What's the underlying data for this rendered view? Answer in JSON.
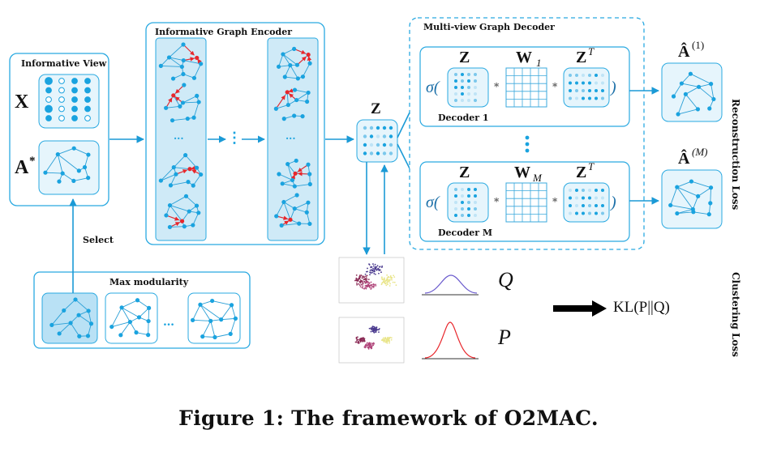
{
  "labels": {
    "informative_view": "Informative View",
    "x": "X",
    "a_star": "A",
    "a_star_sup": "*",
    "select": "Select",
    "max_modularity": "Max modularity",
    "encoder": "Informative Graph Encoder",
    "z_center": "Z",
    "decoder_title": "Multi-view Graph Decoder",
    "decoder1": "Decoder 1",
    "decoderM": "Decoder M",
    "z": "Z",
    "w1": "W",
    "w1_sub": "1",
    "wM": "W",
    "wM_sub": "M",
    "zt": "Z",
    "zt_sup": "T",
    "sigma": "σ(",
    "close_paren": ")",
    "star": "*",
    "ahat1": "Â",
    "ahat1_sup": "(1)",
    "ahatM": "Â",
    "ahatM_sup": "(M)",
    "reconstruction_loss": "Reconstruction Loss",
    "clustering_loss": "Clustering Loss",
    "q": "Q",
    "p": "P",
    "kl": "KL(P||Q)",
    "ellipsis": "…",
    "vdots": "⋮",
    "dots": "···"
  },
  "caption": "Figure 1: The framework of O2MAC.",
  "colors": {
    "box_border": "#29a9e1",
    "box_fill": "#e6f5fc",
    "panel_fill": "#cfeaf7",
    "node": "#1aa3df",
    "edge": "#2a9fd6",
    "red": "#e8262b",
    "grid": "#3aa8dc",
    "gaussian_q": "#6a5acd",
    "gaussian_p": "#e8262b",
    "arrow": "#1b9ad6",
    "black_arrow": "#000000"
  }
}
